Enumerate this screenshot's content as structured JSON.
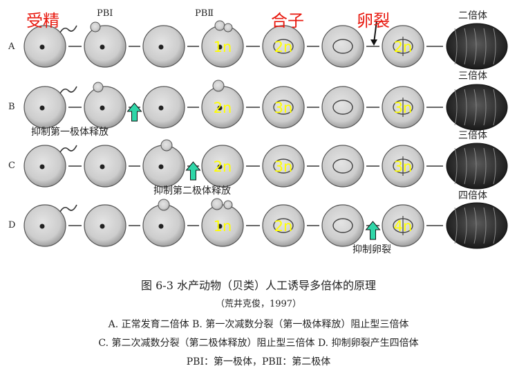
{
  "header": {
    "red_labels": [
      "受精",
      "合子",
      "卵裂"
    ],
    "black_labels": [
      "PBⅠ",
      "PBⅡ"
    ]
  },
  "rows": [
    {
      "label": "A",
      "result": "二倍体",
      "ploidy": [
        "1n",
        "2n",
        "2n"
      ]
    },
    {
      "label": "B",
      "result": "三倍体",
      "ploidy": [
        "2n",
        "3n",
        "3n"
      ],
      "note": "抑制第一极体释放"
    },
    {
      "label": "C",
      "result": "三倍体",
      "ploidy": [
        "2n",
        "3n",
        "3n"
      ],
      "note": "抑制第二极体释放"
    },
    {
      "label": "D",
      "result": "四倍体",
      "ploidy": [
        "1n",
        "2n",
        "4n"
      ],
      "note": "抑制卵裂"
    }
  ],
  "caption": {
    "title": "图 6-3   水产动物（贝类）人工诱导多倍体的原理",
    "source": "（荒井克俊，1997）",
    "line1": "A. 正常发育二倍体   B. 第一次减数分裂（第一极体释放）阻止型三倍体",
    "line2": "C. 第二次减数分裂（第二极体释放）阻止型三倍体   D. 抑制卵裂产生四倍体",
    "line3": "PBⅠ：第一极体，PBⅡ：第二极体"
  },
  "colors": {
    "header_red": "#e8180e",
    "ploidy_yellow": "#ffff00",
    "arrow_green": "#2fd6a8",
    "cell_gray": "#cfcfcf",
    "embryo_dark": "#2a2a2a"
  }
}
